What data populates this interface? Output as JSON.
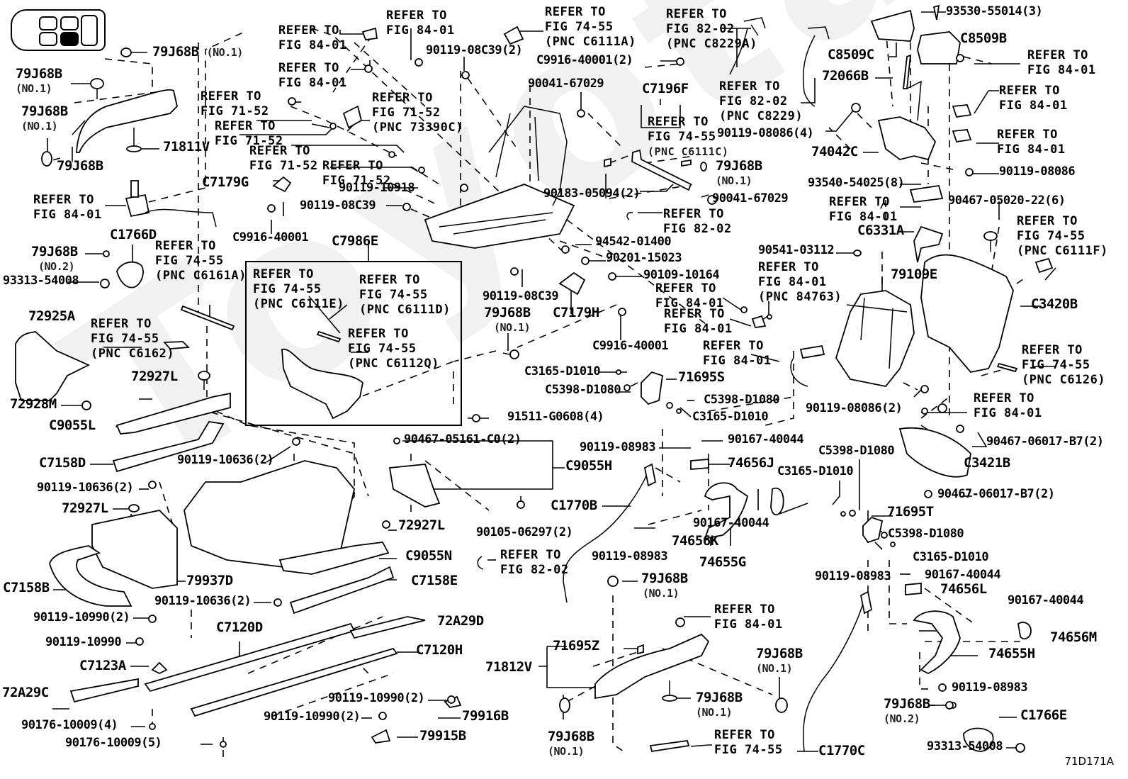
{
  "diagram": {
    "title": "Rear Seat Exploded Parts Diagram",
    "watermark": "Toyota",
    "figure_code": "71D171A",
    "locator": {
      "icon": "vehicle-seat-locator-icon",
      "highlighted_seat": "second row right"
    },
    "refer_prefix": "REFER TO",
    "callouts": [
      {
        "id": "c1",
        "text": "79J68B",
        "note": "(NO.1)"
      },
      {
        "id": "c2",
        "text": "79J68B",
        "note": "(NO.1)"
      },
      {
        "id": "c3",
        "text": "79J68B",
        "note": "(NO.1)"
      },
      {
        "id": "c4",
        "text": "71811V",
        "note": ""
      },
      {
        "id": "c5",
        "text": "79J68B",
        "note": "(NO.1)"
      },
      {
        "id": "c6",
        "text": "REFER TO\nFIG 84-01",
        "note": ""
      },
      {
        "id": "c7",
        "text": "C1766D",
        "note": ""
      },
      {
        "id": "c8",
        "text": "79J68B",
        "note": "(NO.2)"
      },
      {
        "id": "c9",
        "text": "93313-54008",
        "note": ""
      },
      {
        "id": "c10",
        "text": "72925A",
        "note": ""
      },
      {
        "id": "c11",
        "text": "72927L",
        "note": ""
      },
      {
        "id": "c12",
        "text": "72928M",
        "note": ""
      },
      {
        "id": "c13",
        "text": "C9055L",
        "note": ""
      },
      {
        "id": "c14",
        "text": "C7158D",
        "note": ""
      },
      {
        "id": "c15",
        "text": "90119-10636(2)",
        "note": ""
      },
      {
        "id": "c16",
        "text": "72927L",
        "note": ""
      },
      {
        "id": "c17",
        "text": "C7158B",
        "note": ""
      },
      {
        "id": "c18",
        "text": "79937D",
        "note": ""
      },
      {
        "id": "c19",
        "text": "90119-10636(2)",
        "note": ""
      },
      {
        "id": "c20",
        "text": "90119-10990(2)",
        "note": ""
      },
      {
        "id": "c21",
        "text": "90119-10990",
        "note": ""
      },
      {
        "id": "c22",
        "text": "C7123A",
        "note": ""
      },
      {
        "id": "c23",
        "text": "72A29C",
        "note": ""
      },
      {
        "id": "c24",
        "text": "90176-10009(4)",
        "note": ""
      },
      {
        "id": "c25",
        "text": "90176-10009(5)",
        "note": ""
      },
      {
        "id": "c26",
        "text": "C7120D",
        "note": ""
      },
      {
        "id": "c27",
        "text": "C7120H",
        "note": ""
      },
      {
        "id": "c28",
        "text": "72A29D",
        "note": ""
      },
      {
        "id": "c29",
        "text": "90119-10990(2)",
        "note": ""
      },
      {
        "id": "c30",
        "text": "90119-10990(2)",
        "note": ""
      },
      {
        "id": "c31",
        "text": "79916B",
        "note": ""
      },
      {
        "id": "c32",
        "text": "79915B",
        "note": ""
      },
      {
        "id": "c33",
        "text": "90119-10636(2)",
        "note": ""
      },
      {
        "id": "c34",
        "text": "72927L",
        "note": ""
      },
      {
        "id": "c35",
        "text": "C9055N",
        "note": ""
      },
      {
        "id": "c36",
        "text": "C7158E",
        "note": ""
      },
      {
        "id": "c37",
        "text": "REFER TO\nFIG 82-02",
        "note": ""
      },
      {
        "id": "c38",
        "text": "90467-05161-C0(2)",
        "note": ""
      },
      {
        "id": "c39",
        "text": "C9055H",
        "note": ""
      },
      {
        "id": "c40",
        "text": "90105-06297(2)",
        "note": ""
      },
      {
        "id": "c41",
        "text": "C7986E",
        "note": ""
      },
      {
        "id": "c42",
        "text": "REFER TO\nFIG 74-55\n(PNC C6111E)",
        "note": ""
      },
      {
        "id": "c43",
        "text": "REFER TO\nFIG 74-55\n(PNC C6111D)",
        "note": ""
      },
      {
        "id": "c44",
        "text": "REFER TO\nFIG 74-55\n(PNC C6112Q)",
        "note": ""
      },
      {
        "id": "c45",
        "text": "REFER TO\nFIG 74-55\n(PNC C6161A)",
        "note": ""
      },
      {
        "id": "c46",
        "text": "REFER TO\nFIG 74-55\n(PNC C6162)",
        "note": ""
      },
      {
        "id": "c47",
        "text": "91511-G0608(4)",
        "note": ""
      },
      {
        "id": "c48",
        "text": "C7179G",
        "note": ""
      },
      {
        "id": "c49",
        "text": "C9916-40001",
        "note": ""
      },
      {
        "id": "c50",
        "text": "REFER TO\nFIG 71-52",
        "note": ""
      },
      {
        "id": "c51",
        "text": "REFER TO\nFIG 71-52",
        "note": ""
      },
      {
        "id": "c52",
        "text": "REFER TO\nFIG 71-52",
        "note": ""
      },
      {
        "id": "c53",
        "text": "REFER TO\nFIG 71-52",
        "note": ""
      },
      {
        "id": "c54",
        "text": "REFER TO\nFIG 71-52\n(PNC 73390C)",
        "note": ""
      },
      {
        "id": "c55",
        "text": "90119-10918",
        "note": ""
      },
      {
        "id": "c56",
        "text": "90119-08C39",
        "note": ""
      },
      {
        "id": "c57",
        "text": "REFER TO\nFIG 84-01",
        "note": ""
      },
      {
        "id": "c58",
        "text": "REFER TO\nFIG 84-01",
        "note": ""
      },
      {
        "id": "c59",
        "text": "REFER TO\nFIG 84-01",
        "note": ""
      },
      {
        "id": "c60",
        "text": "90119-08C39(2)",
        "note": ""
      },
      {
        "id": "c61",
        "text": "REFER TO\nFIG 74-55\n(PNC C6111A)",
        "note": ""
      },
      {
        "id": "c62",
        "text": "C9916-40001(2)",
        "note": ""
      },
      {
        "id": "c63",
        "text": "90041-67029",
        "note": ""
      },
      {
        "id": "c64",
        "text": "C7196F",
        "note": ""
      },
      {
        "id": "c65",
        "text": "REFER TO\nFIG 74-55",
        "note": "(PNC C6111C)"
      },
      {
        "id": "c66",
        "text": "79J68B",
        "note": "(NO.1)"
      },
      {
        "id": "c67",
        "text": "90183-05094(2)",
        "note": ""
      },
      {
        "id": "c68",
        "text": "90041-67029",
        "note": ""
      },
      {
        "id": "c69",
        "text": "REFER TO\nFIG 82-02",
        "note": ""
      },
      {
        "id": "c70",
        "text": "94542-01400",
        "note": ""
      },
      {
        "id": "c71",
        "text": "90201-15023",
        "note": ""
      },
      {
        "id": "c72",
        "text": "90109-10164",
        "note": ""
      },
      {
        "id": "c73",
        "text": "90119-08C39",
        "note": ""
      },
      {
        "id": "c74",
        "text": "C7179H",
        "note": ""
      },
      {
        "id": "c75",
        "text": "79J68B",
        "note": "(NO.1)"
      },
      {
        "id": "c76",
        "text": "C9916-40001",
        "note": ""
      },
      {
        "id": "c77",
        "text": "C3165-D1010",
        "note": ""
      },
      {
        "id": "c78",
        "text": "C5398-D1080",
        "note": ""
      },
      {
        "id": "c79",
        "text": "71695S",
        "note": ""
      },
      {
        "id": "c80",
        "text": "C5398-D1080",
        "note": ""
      },
      {
        "id": "c81",
        "text": "C3165-D1010",
        "note": ""
      },
      {
        "id": "c82",
        "text": "REFER TO\nFIG 82-02\n(PNC C8229A)",
        "note": ""
      },
      {
        "id": "c83",
        "text": "REFER TO\nFIG 82-02\n(PNC C8229)",
        "note": ""
      },
      {
        "id": "c84",
        "text": "90119-08086(4)",
        "note": ""
      },
      {
        "id": "c85",
        "text": "93530-55014(3)",
        "note": ""
      },
      {
        "id": "c86",
        "text": "C8509B",
        "note": ""
      },
      {
        "id": "c87",
        "text": "C8509C",
        "note": ""
      },
      {
        "id": "c88",
        "text": "72066B",
        "note": ""
      },
      {
        "id": "c89",
        "text": "REFER TO\nFIG 84-01",
        "note": ""
      },
      {
        "id": "c90",
        "text": "REFER TO\nFIG 84-01",
        "note": ""
      },
      {
        "id": "c91",
        "text": "REFER TO\nFIG 84-01",
        "note": ""
      },
      {
        "id": "c92",
        "text": "74042C",
        "note": ""
      },
      {
        "id": "c93",
        "text": "90119-08086",
        "note": ""
      },
      {
        "id": "c94",
        "text": "93540-54025(8)",
        "note": ""
      },
      {
        "id": "c95",
        "text": "REFER TO\nFIG 84-01",
        "note": ""
      },
      {
        "id": "c96",
        "text": "90467-05020-22(6)",
        "note": ""
      },
      {
        "id": "c97",
        "text": "C6331A",
        "note": ""
      },
      {
        "id": "c98",
        "text": "REFER TO\nFIG 74-55\n(PNC C6111F)",
        "note": ""
      },
      {
        "id": "c99",
        "text": "90541-03112",
        "note": ""
      },
      {
        "id": "c100",
        "text": "REFER TO\nFIG 84-01\n(PNC 84763)",
        "note": ""
      },
      {
        "id": "c101",
        "text": "79109E",
        "note": ""
      },
      {
        "id": "c102",
        "text": "C3420B",
        "note": ""
      },
      {
        "id": "c103",
        "text": "REFER TO\nFIG 84-01",
        "note": ""
      },
      {
        "id": "c104",
        "text": "REFER TO\nFIG 84-01",
        "note": ""
      },
      {
        "id": "c105",
        "text": "REFER TO\nFIG 84-01",
        "note": ""
      },
      {
        "id": "c106",
        "text": "REFER TO\nFIG 74-55\n(PNC C6126)",
        "note": ""
      },
      {
        "id": "c107",
        "text": "90119-08086(2)",
        "note": ""
      },
      {
        "id": "c108",
        "text": "REFER TO\nFIG 84-01",
        "note": ""
      },
      {
        "id": "c109",
        "text": "90467-06017-B7(2)",
        "note": ""
      },
      {
        "id": "c110",
        "text": "C3421B",
        "note": ""
      },
      {
        "id": "c111",
        "text": "90467-06017-B7(2)",
        "note": ""
      },
      {
        "id": "c112",
        "text": "C5398-D1080",
        "note": ""
      },
      {
        "id": "c113",
        "text": "C3165-D1010",
        "note": ""
      },
      {
        "id": "c114",
        "text": "90119-08983",
        "note": ""
      },
      {
        "id": "c115",
        "text": "90167-40044",
        "note": ""
      },
      {
        "id": "c116",
        "text": "74656J",
        "note": ""
      },
      {
        "id": "c117",
        "text": "C1770B",
        "note": ""
      },
      {
        "id": "c118",
        "text": "90167-40044",
        "note": ""
      },
      {
        "id": "c119",
        "text": "74656K",
        "note": ""
      },
      {
        "id": "c120",
        "text": "90119-08983",
        "note": ""
      },
      {
        "id": "c121",
        "text": "74655G",
        "note": ""
      },
      {
        "id": "c122",
        "text": "71695T",
        "note": ""
      },
      {
        "id": "c123",
        "text": "C5398-D1080",
        "note": ""
      },
      {
        "id": "c124",
        "text": "C3165-D1010",
        "note": ""
      },
      {
        "id": "c125",
        "text": "90119-08983",
        "note": ""
      },
      {
        "id": "c126",
        "text": "90167-40044",
        "note": ""
      },
      {
        "id": "c127",
        "text": "74656L",
        "note": ""
      },
      {
        "id": "c128",
        "text": "90167-40044",
        "note": ""
      },
      {
        "id": "c129",
        "text": "74656M",
        "note": ""
      },
      {
        "id": "c130",
        "text": "74655H",
        "note": ""
      },
      {
        "id": "c131",
        "text": "90119-08983",
        "note": ""
      },
      {
        "id": "c132",
        "text": "79J68B",
        "note": "(NO.1)"
      },
      {
        "id": "c133",
        "text": "REFER TO\nFIG 84-01",
        "note": ""
      },
      {
        "id": "c134",
        "text": "71695Z",
        "note": ""
      },
      {
        "id": "c135",
        "text": "71812V",
        "note": ""
      },
      {
        "id": "c136",
        "text": "79J68B",
        "note": "(NO.1)"
      },
      {
        "id": "c137",
        "text": "79J68B",
        "note": "(NO.1)"
      },
      {
        "id": "c138",
        "text": "79J68B",
        "note": "(NO.1)"
      },
      {
        "id": "c139",
        "text": "REFER TO\nFIG 74-55",
        "note": ""
      },
      {
        "id": "c140",
        "text": "C1770C",
        "note": ""
      },
      {
        "id": "c141",
        "text": "79J68B",
        "note": "(NO.2)"
      },
      {
        "id": "c142",
        "text": "C1766E",
        "note": ""
      },
      {
        "id": "c143",
        "text": "93313-54008",
        "note": ""
      }
    ]
  }
}
